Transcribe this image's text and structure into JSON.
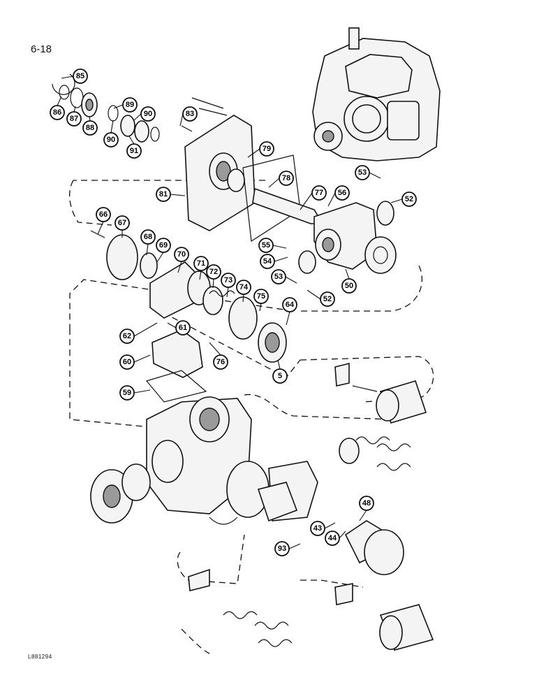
{
  "page": {
    "number": "6-18",
    "reference": "L881294"
  },
  "callouts": [
    "85",
    "86",
    "87",
    "88",
    "89",
    "90",
    "90",
    "91",
    "83",
    "79",
    "81",
    "78",
    "77",
    "56",
    "53",
    "52",
    "66",
    "67",
    "68",
    "69",
    "70",
    "71",
    "72",
    "73",
    "74",
    "75",
    "64",
    "55",
    "54",
    "53",
    "52",
    "50",
    "62",
    "61",
    "60",
    "76",
    "5",
    "59",
    "48",
    "43",
    "44",
    "93"
  ]
}
